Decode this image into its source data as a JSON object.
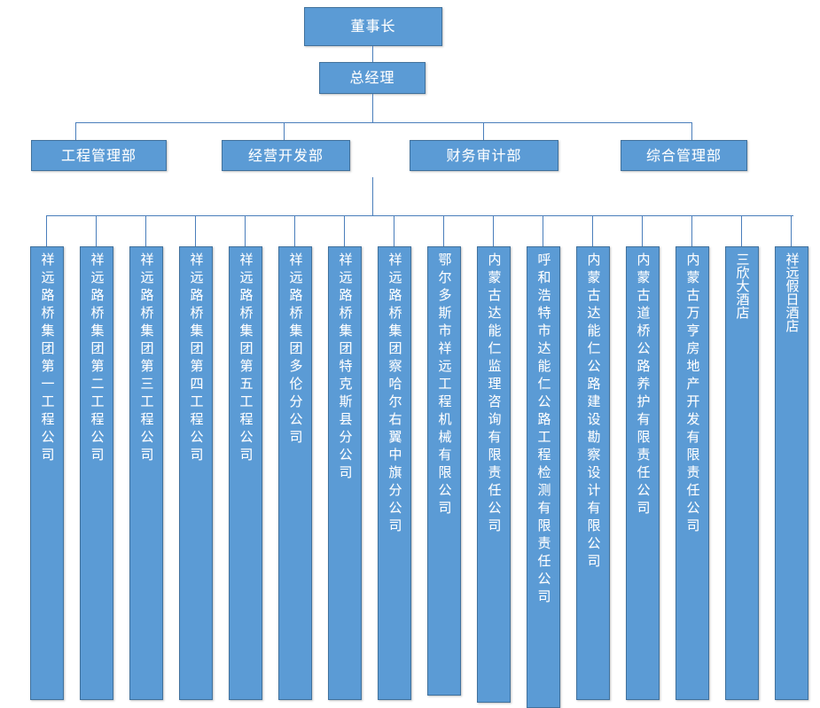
{
  "chart": {
    "type": "org-chart",
    "title": "",
    "accent_color": "#5B9BD5",
    "border_color": "#41719C",
    "connector_color": "#4A7EBB",
    "text_color": "#FFFFFF",
    "background": "#FFFFFF"
  },
  "top": {
    "chairman": {
      "label": "董事长"
    },
    "general_manager": {
      "label": "总经理"
    }
  },
  "departments": [
    {
      "label": "工程管理部"
    },
    {
      "label": "经营开发部"
    },
    {
      "label": "财务审计部"
    },
    {
      "label": "综合管理部"
    }
  ],
  "subsidiaries": [
    {
      "label": "祥远路桥集团第一工程公司"
    },
    {
      "label": "祥远路桥集团第二工程公司"
    },
    {
      "label": "祥远路桥集团第三工程公司"
    },
    {
      "label": "祥远路桥集团第四工程公司"
    },
    {
      "label": "祥远路桥集团第五工程公司"
    },
    {
      "label": "祥远路桥集团多伦分公司"
    },
    {
      "label": "祥远路桥集团特克斯县分公司"
    },
    {
      "label": "祥远路桥集团察哈尔右翼中旗分公司"
    },
    {
      "label": "鄂尔多斯市祥远工程机械有限公司"
    },
    {
      "label": "内蒙古达能仁监理咨询有限责任公司"
    },
    {
      "label": "呼和浩特市达能仁公路工程检测有限责任公司"
    },
    {
      "label": "内蒙古达能仁公路建设勘察设计有限公司"
    },
    {
      "label": "内蒙古道桥公路养护有限责任公司"
    },
    {
      "label": "内蒙古万亨房地产开发有限责任公司"
    },
    {
      "label": "三欣大酒店"
    },
    {
      "label": "祥远假日酒店"
    }
  ]
}
